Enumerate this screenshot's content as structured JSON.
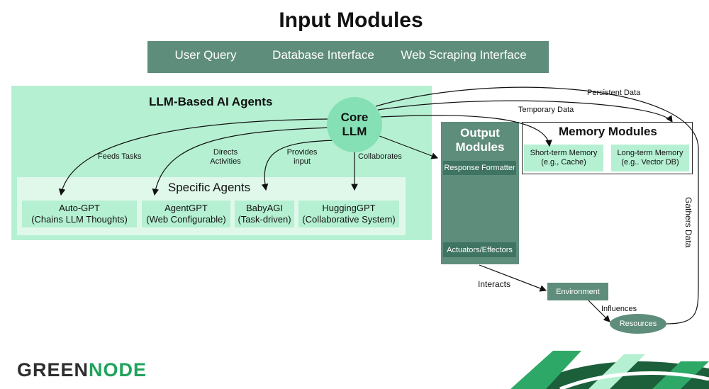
{
  "title": "Input Modules",
  "inputs": [
    "User Query",
    "Database Interface",
    "Web Scraping Interface"
  ],
  "llm_agents": {
    "title": "LLM-Based AI Agents",
    "core": [
      "Core",
      "LLM"
    ],
    "edge_labels": {
      "feeds": "Feeds Tasks",
      "directs": [
        "Directs",
        "Activities"
      ],
      "provides": [
        "Provides",
        "input"
      ],
      "collaborates": "Collaborates"
    },
    "specific_title": "Specific Agents",
    "agents": [
      {
        "name": "Auto-GPT",
        "desc": "(Chains LLM Thoughts)"
      },
      {
        "name": "AgentGPT",
        "desc": "(Web Configurable)"
      },
      {
        "name": "BabyAGI",
        "desc": "(Task-driven)"
      },
      {
        "name": "HuggingGPT",
        "desc": "(Collaborative System)"
      }
    ]
  },
  "output": {
    "title": [
      "Output",
      "Modules"
    ],
    "items": [
      "Response Formatter",
      "Actuators/Effectors"
    ]
  },
  "memory": {
    "title": "Memory Modules",
    "short": [
      "Short-term Memory",
      "(e.g., Cache)"
    ],
    "long": [
      "Long-term Memory",
      "(e.g.. Vector DB)"
    ],
    "persistent_label": "Persistent Data",
    "temporary_label": "Temporary Data"
  },
  "environment": {
    "interacts_label": "Interacts",
    "environment": "Environment",
    "influences_label": "Influences",
    "resources": "Resources",
    "gathers_label": "Gathers Data"
  },
  "logo": {
    "part1": "GREEN",
    "part2": "NODE"
  },
  "colors": {
    "light_green": "#b5f0d2",
    "core": "#86e0b5",
    "dark_green": "#5f8d7c",
    "brand_green": "#1fa35c"
  }
}
